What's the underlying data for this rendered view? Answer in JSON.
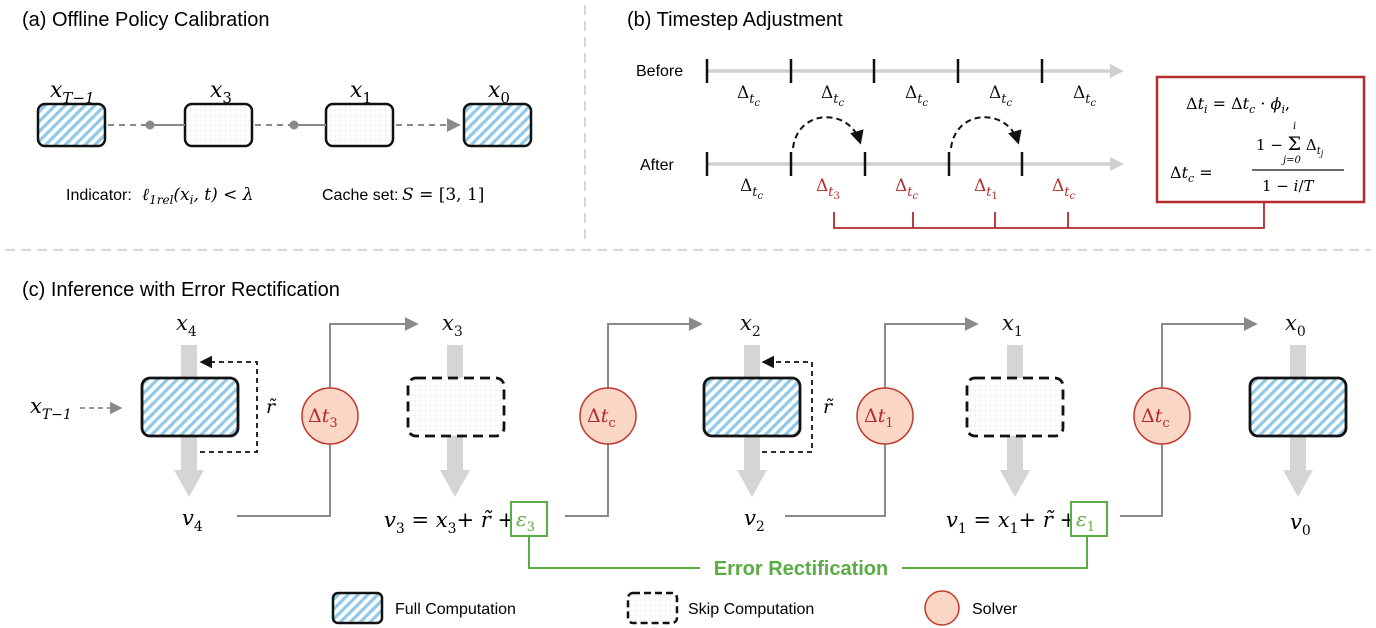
{
  "panel_a": {
    "title": "(a) Offline Policy Calibration",
    "nodes": [
      "x_{T−1}",
      "x_3",
      "x_1",
      "x_0"
    ],
    "indicator_label": "Indicator:",
    "indicator_expr": "ℓ1rel(xi, t) < λ",
    "cache_label": "Cache set:",
    "cache_expr": "S = [3, 1]"
  },
  "panel_b": {
    "title": "(b) Timestep Adjustment",
    "before_label": "Before",
    "after_label": "After",
    "before_intervals": [
      "Δtc",
      "Δtc",
      "Δtc",
      "Δtc",
      "Δtc"
    ],
    "after_intervals": [
      "Δtc",
      "Δt3",
      "Δtc",
      "Δt1",
      "Δtc"
    ],
    "formula_line1": "Δti = Δtc · φi,",
    "formula_line2_lhs": "Δtc =",
    "formula_numerator": "1 − Σ Δtj",
    "formula_sum_upper": "i",
    "formula_sum_lower": "j=0",
    "formula_denominator": "1 − i/T"
  },
  "panel_c": {
    "title": "(c) Inference with Error Rectification",
    "input_label": "x_{T−1}",
    "top_labels": [
      "x4",
      "x3",
      "x2",
      "x1",
      "x0"
    ],
    "bottom_labels": [
      "v4",
      "v3 = x3+ r̃ + ε3",
      "v2",
      "v1 = x1+ r̃ + ε1",
      "v0"
    ],
    "solvers": [
      "Δt3",
      "Δtc",
      "Δt1",
      "Δtc"
    ],
    "residual_label": "r̃",
    "error_terms": [
      "ε3",
      "ε1"
    ],
    "error_label": "Error Rectification"
  },
  "legend": {
    "full": "Full Computation",
    "skip": "Skip Computation",
    "solver": "Solver"
  },
  "colors": {
    "hatch": "#8fc8e8",
    "solver_fill": "#f9d6c5",
    "solver_stroke": "#c0392b",
    "red": "#b52a2a",
    "green": "#5aac44",
    "gray_arrow": "#d5d5d5",
    "line_gray": "#8a8a8a"
  }
}
